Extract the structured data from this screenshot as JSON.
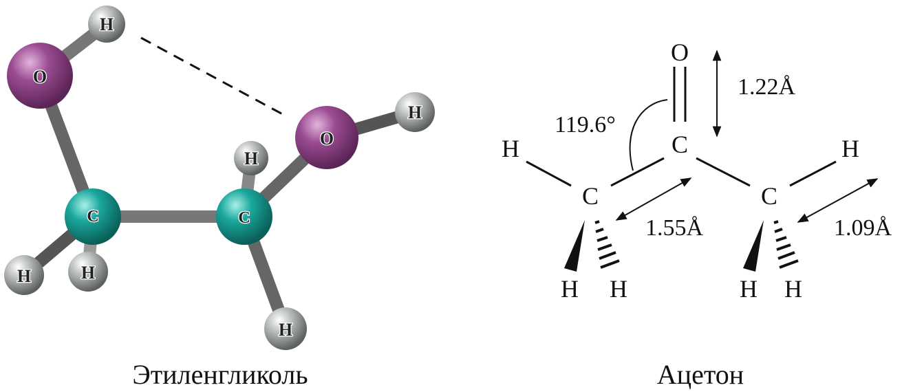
{
  "ethylene_glycol": {
    "caption": "Этиленгликоль",
    "atoms": {
      "O": "O",
      "C": "C",
      "H": "H"
    }
  },
  "acetone": {
    "caption": "Ацетон",
    "atoms": {
      "O": "O",
      "C": "C",
      "H": "H"
    },
    "bond_co": "1.22Å",
    "bond_cc": "1.55Å",
    "bond_ch": "1.09Å",
    "angle": "119.6°"
  },
  "colors": {
    "oxygen": "#8e3f86",
    "carbon": "#1aa79c",
    "hydrogen": "#a9adad"
  }
}
